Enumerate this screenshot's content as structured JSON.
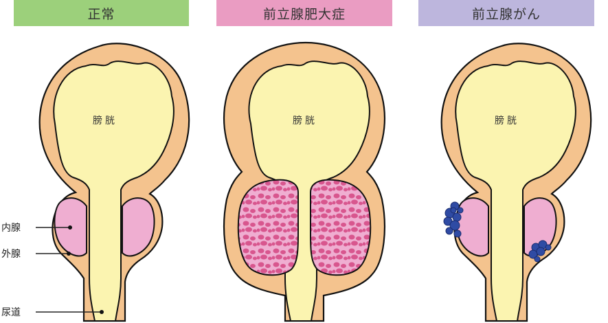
{
  "panels": [
    {
      "id": "normal",
      "title": "正常",
      "organ_label": "膀胱",
      "header_color": "#9cd07b"
    },
    {
      "id": "bph",
      "title": "前立腺肥大症",
      "organ_label": "膀胱",
      "header_color": "#ea9cc2"
    },
    {
      "id": "cancer",
      "title": "前立腺がん",
      "organ_label": "膀胱",
      "header_color": "#bdb6dd"
    }
  ],
  "annotations": {
    "inner_gland": "内腺",
    "outer_gland": "外腺",
    "urethra": "尿道"
  },
  "colors": {
    "wall": "#f4c38e",
    "outline": "#111111",
    "bladder_lumen": "#fbf4b0",
    "inner_gland": "#efaed1",
    "bph_dots": "#d8568e",
    "tumor": "#2f4ba4"
  }
}
